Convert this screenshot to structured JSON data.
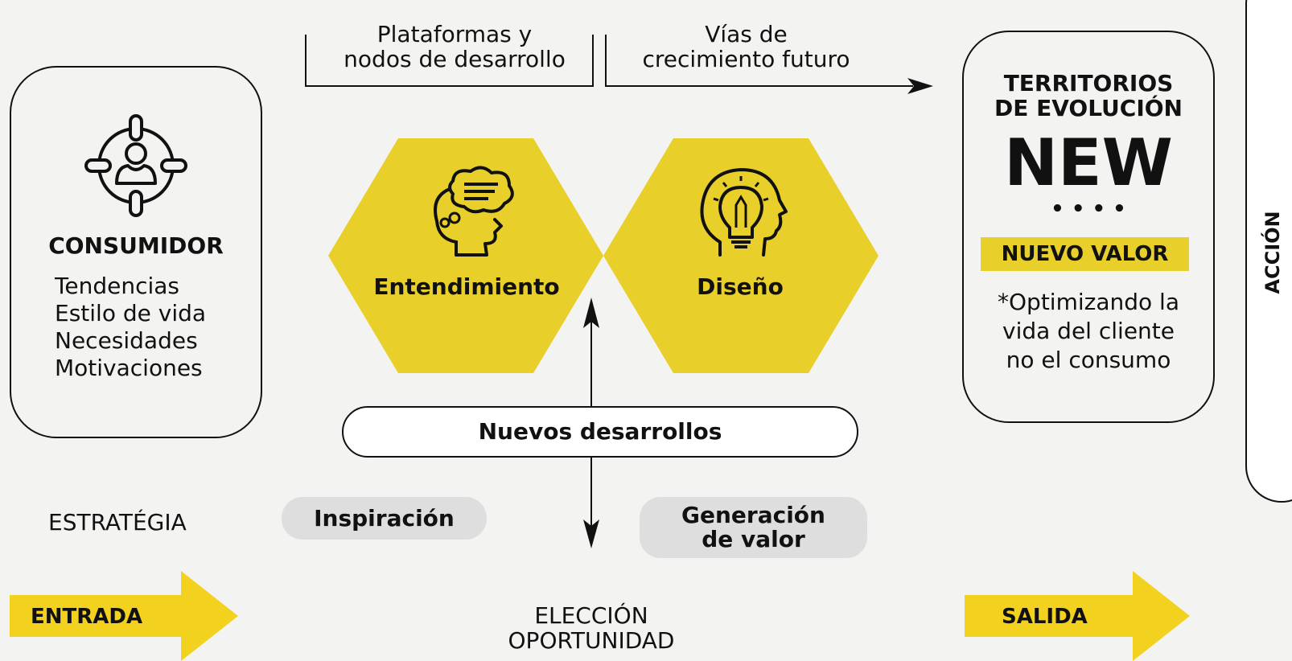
{
  "top_labels": {
    "platforms": [
      "Plataformas y",
      "nodos de desarrollo"
    ],
    "growth": [
      "Vías de",
      "crecimiento futuro"
    ]
  },
  "consumer": {
    "title": "CONSUMIDOR",
    "items": [
      "Tendencias",
      "Estilo de vida",
      "Necesidades",
      "Motivaciones"
    ]
  },
  "hexagons": {
    "left_label": "Entendimiento",
    "right_label": "Diseño",
    "fill_color": "#e9cf2a"
  },
  "center_pill": "Nuevos desarrollos",
  "pills": {
    "inspiration": "Inspiración",
    "value_generation": [
      "Generación",
      "de valor"
    ]
  },
  "territories": {
    "title": [
      "TERRITORIOS",
      "DE EVOLUCIÓN"
    ],
    "big": "NEW",
    "dots": "• • • •",
    "badge": "NUEVO VALOR",
    "note": [
      "*Optimizando la",
      "vida del cliente",
      "no el consumo"
    ]
  },
  "side_label": "ACCIÓN",
  "bottom": {
    "strategy": "ESTRATÉGIA",
    "entry": "ENTRADA",
    "exit": "SALIDA",
    "choice": [
      "ELECCIÓN",
      "OPORTUNIDAD"
    ]
  },
  "colors": {
    "yellow": "#e9cf2a",
    "arrow_yellow": "#f2d11f",
    "grey_pill": "#dedede",
    "background": "#f3f3f1"
  }
}
